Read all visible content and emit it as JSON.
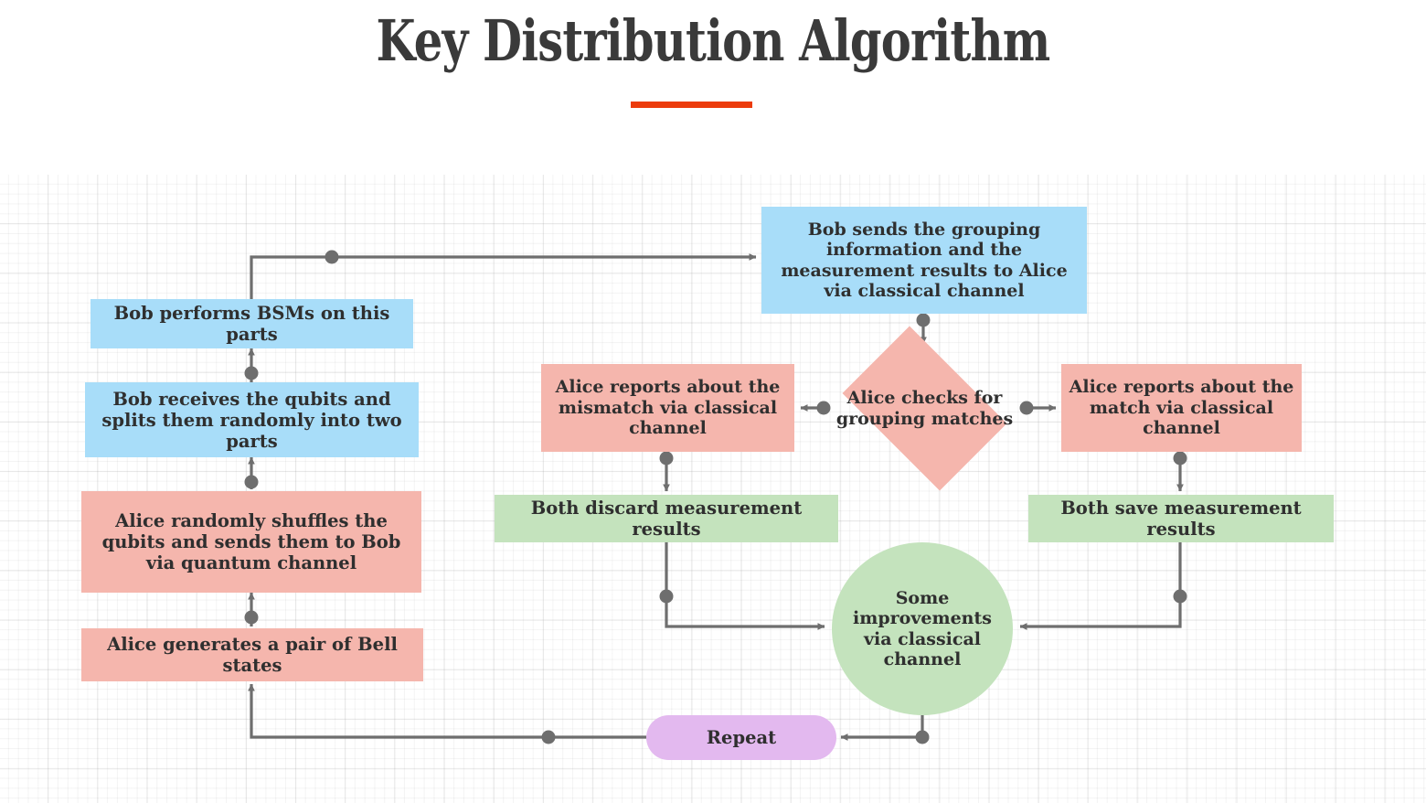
{
  "header": {
    "title": "Key Distribution Algorithm",
    "rule_color": "#ec3b0c"
  },
  "colors": {
    "blue": "#a8ddf9",
    "salmon": "#f5b6ad",
    "green": "#c4e3bd",
    "purple": "#e3b9ef",
    "connector": "#6e6e6e",
    "text": "#2f2f2f",
    "grid": "#e8e8e8"
  },
  "diagram": {
    "nodes": [
      {
        "id": "bell",
        "shape": "rect",
        "color": "salmon",
        "label": "Alice generates a pair of Bell states"
      },
      {
        "id": "shuffle",
        "shape": "rect",
        "color": "salmon",
        "label": "Alice randomly shuffles the qubits and sends them to Bob via quantum channel"
      },
      {
        "id": "receive",
        "shape": "rect",
        "color": "blue",
        "label": "Bob receives the qubits and splits them randomly into two parts"
      },
      {
        "id": "bsm",
        "shape": "rect",
        "color": "blue",
        "label": "Bob performs BSMs on this parts"
      },
      {
        "id": "bob-sends",
        "shape": "rect",
        "color": "blue",
        "label": "Bob sends the grouping information and the measurement results to Alice via classical channel"
      },
      {
        "id": "alice-checks",
        "shape": "diamond",
        "color": "salmon",
        "label": "Alice checks for grouping matches"
      },
      {
        "id": "report-mismatch",
        "shape": "rect",
        "color": "salmon",
        "label": "Alice reports about the mismatch via classical channel"
      },
      {
        "id": "report-match",
        "shape": "rect",
        "color": "salmon",
        "label": "Alice reports about the match via classical channel"
      },
      {
        "id": "discard",
        "shape": "rect",
        "color": "green",
        "label": "Both discard measurement results"
      },
      {
        "id": "save",
        "shape": "rect",
        "color": "green",
        "label": "Both save measurement results"
      },
      {
        "id": "improvements",
        "shape": "circle",
        "color": "green",
        "label": "Some improvements via classical channel"
      },
      {
        "id": "repeat",
        "shape": "pill",
        "color": "purple",
        "label": "Repeat"
      }
    ],
    "edges": [
      {
        "from": "bell",
        "to": "shuffle"
      },
      {
        "from": "shuffle",
        "to": "receive"
      },
      {
        "from": "receive",
        "to": "bsm"
      },
      {
        "from": "bsm",
        "to": "bob-sends"
      },
      {
        "from": "bob-sends",
        "to": "alice-checks"
      },
      {
        "from": "alice-checks",
        "to": "report-mismatch"
      },
      {
        "from": "alice-checks",
        "to": "report-match"
      },
      {
        "from": "report-mismatch",
        "to": "discard"
      },
      {
        "from": "report-match",
        "to": "save"
      },
      {
        "from": "discard",
        "to": "improvements"
      },
      {
        "from": "save",
        "to": "improvements"
      },
      {
        "from": "improvements",
        "to": "repeat"
      },
      {
        "from": "repeat",
        "to": "bell"
      }
    ]
  }
}
